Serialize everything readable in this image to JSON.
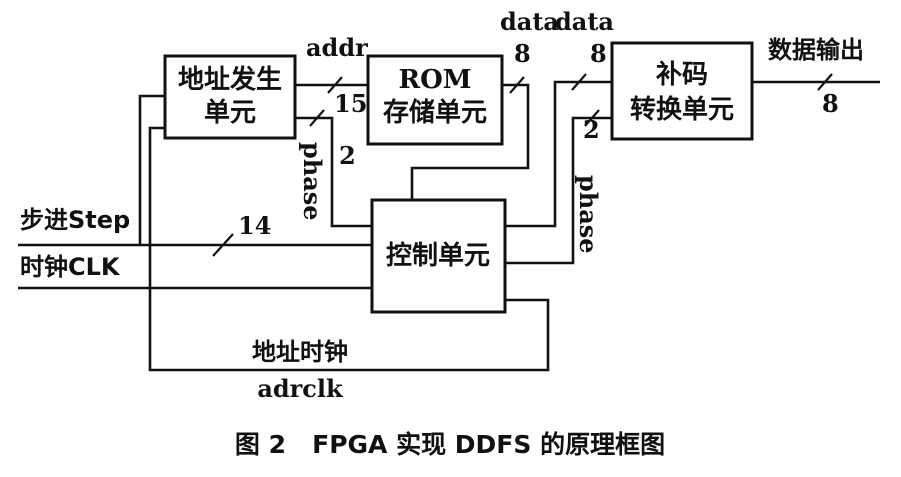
{
  "blocks": {
    "address_gen": {
      "line1": "地址发生",
      "line2": "单元"
    },
    "rom": {
      "line1": "ROM",
      "line2": "存储单元"
    },
    "complement": {
      "line1": "补码",
      "line2": "转换单元"
    },
    "control": {
      "line1": "控制单元"
    }
  },
  "signals": {
    "addr": "addr",
    "addr_width": "15",
    "phase_left": "phase",
    "phase_left_width": "2",
    "data_rom": "data",
    "data_rom_width": "8",
    "data_ctrl": "data",
    "data_ctrl_width": "8",
    "phase_right": "phase",
    "phase_right_width": "2",
    "step": "步进Step",
    "step_width": "14",
    "clk": "时钟CLK",
    "output": "数据输出",
    "output_width": "8",
    "adrclk_cn": "地址时钟",
    "adrclk_en": "adrclk"
  },
  "caption": "图 2   FPGA 实现 DDFS 的原理框图"
}
